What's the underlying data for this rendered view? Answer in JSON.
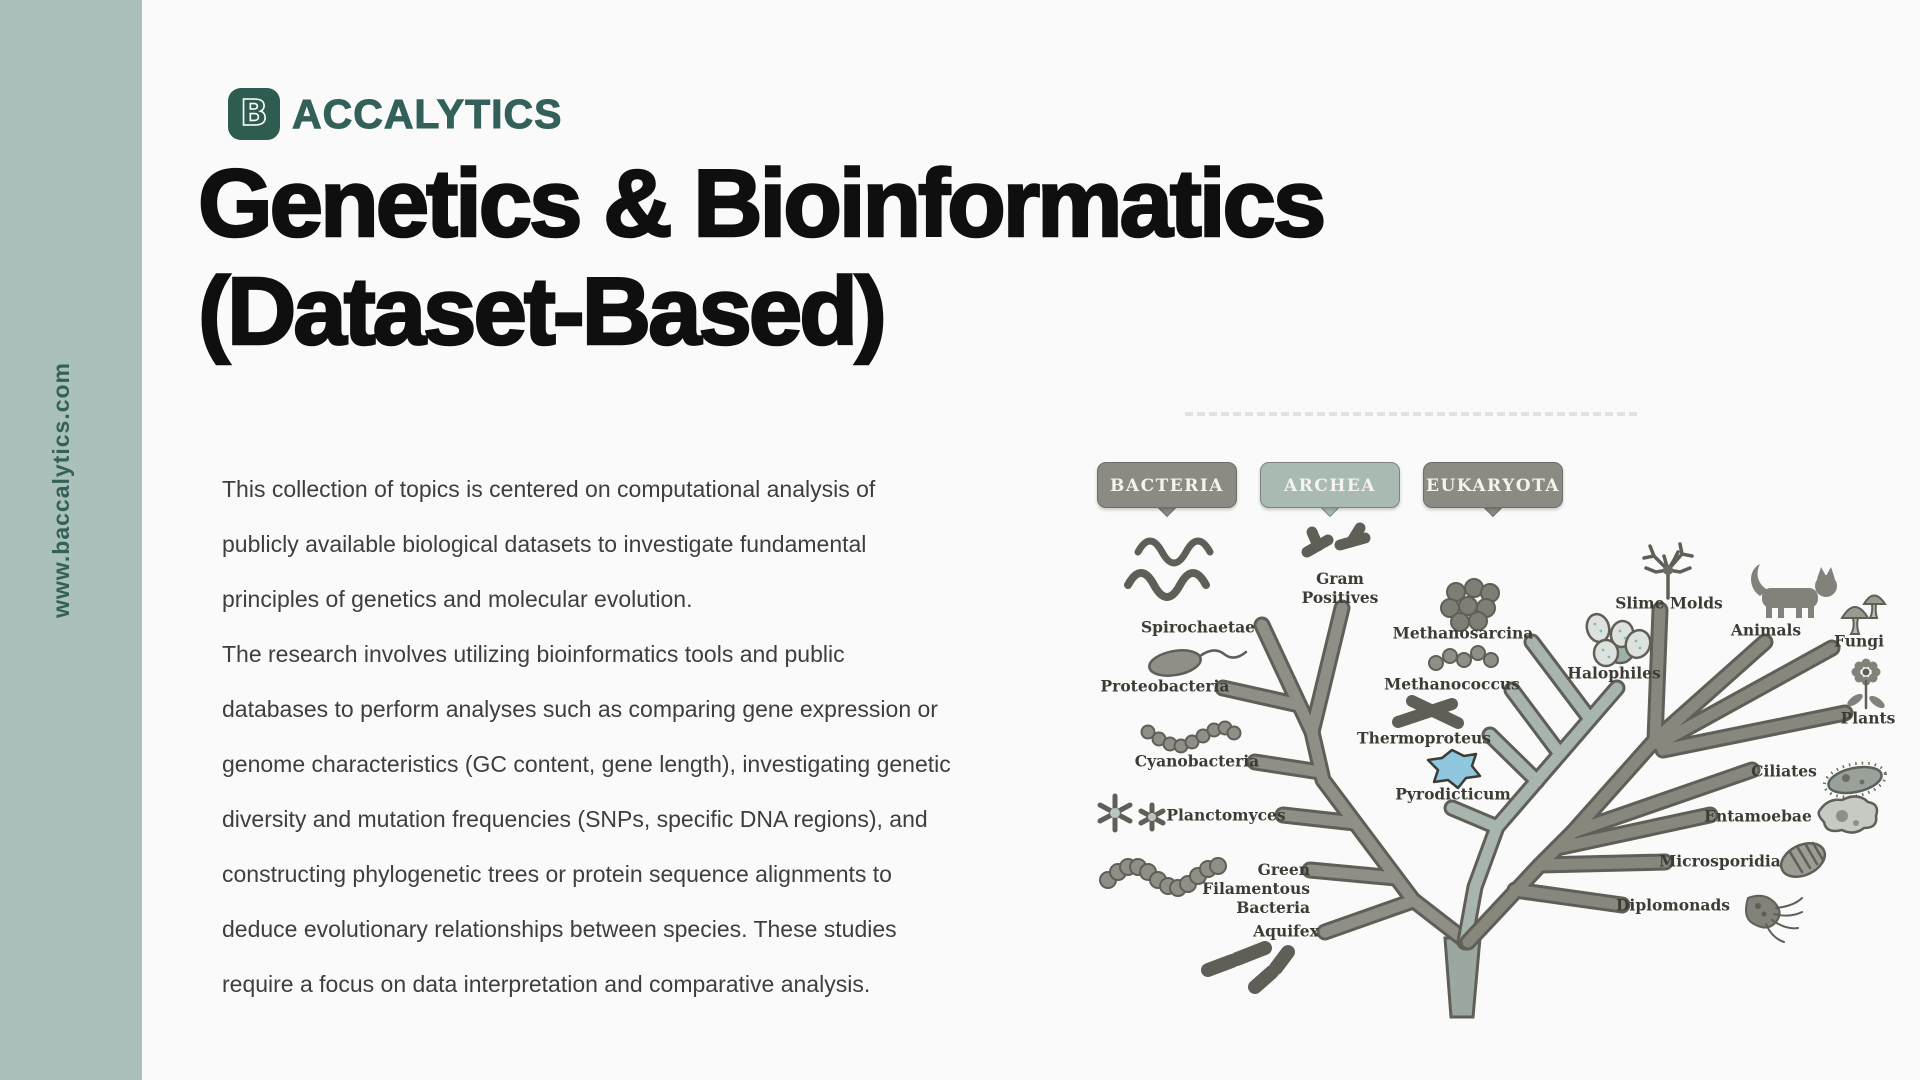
{
  "theme": {
    "bg": "#fafafa",
    "sidebar": "#abc0ba",
    "brand-green": "#2e5c50",
    "brand-text": "#33615a",
    "title-color": "#0f0f0f",
    "body-color": "#3e3e3e",
    "badge-gray": "#8b8b84",
    "badge-sage": "#a9bab2",
    "badge-text": "#f4f3ee",
    "label-color": "#3c3c35",
    "branch-bac": "#8f8f87",
    "branch-arc": "#a7b5ae",
    "branch-euk": "#87877e",
    "outline": "#5f5f58",
    "blue": "#8fc7df"
  },
  "brand": {
    "initial": "B",
    "name": "ACCALYTICS",
    "website": "www.baccalytics.com"
  },
  "title": {
    "line1": "Genetics & Bioinformatics",
    "line2": "(Dataset-Based)"
  },
  "description": {
    "lines": [
      "This collection of topics is centered on computational analysis of",
      "publicly available biological datasets to investigate fundamental",
      "principles of genetics and molecular evolution.",
      "The research involves utilizing bioinformatics tools and public",
      "databases to perform analyses such as comparing gene expression or",
      "genome characteristics (GC content, gene length), investigating genetic",
      "diversity and mutation frequencies (SNPs, specific DNA regions), and",
      "constructing phylogenetic trees or protein sequence alignments to",
      "deduce evolutionary relationships between species. These studies",
      "require a focus on data interpretation and comparative analysis."
    ]
  },
  "tree": {
    "domains": [
      {
        "label": "BACTERIA",
        "color": "#8b8b84"
      },
      {
        "label": "ARCHEA",
        "color": "#a9bab2"
      },
      {
        "label": "EUKARYOTA",
        "color": "#8b8b84"
      }
    ],
    "labels": {
      "spirochaetae": "Spirochaetae",
      "gram_positives": "Gram Positives",
      "proteobacteria": "Proteobacteria",
      "cyanobacteria": "Cyanobacteria",
      "planctomyces": "Planctomyces",
      "green_filamentous": "Green Filamentous Bacteria",
      "aquifex": "Aquifex",
      "methanosarcina": "Methanosarcina",
      "methanococcus": "Methanococcus",
      "thermoproteus": "Thermoproteus",
      "pyrodicticum": "Pyrodicticum",
      "halophiles": "Halophiles",
      "slime_molds": "Slime Molds",
      "animals": "Animals",
      "fungi": "Fungi",
      "plants": "Plants",
      "ciliates": "Ciliates",
      "entamoebae": "Entamoebae",
      "microsporidia": "Microsporidia",
      "diplomonads": "Diplomonads"
    }
  }
}
